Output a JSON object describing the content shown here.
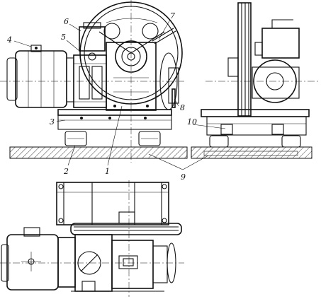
{
  "callouts": [
    {
      "id": "1",
      "label": "1"
    },
    {
      "id": "2",
      "label": "2"
    },
    {
      "id": "3",
      "label": "3"
    },
    {
      "id": "4",
      "label": "4"
    },
    {
      "id": "5",
      "label": "5"
    },
    {
      "id": "6",
      "label": "6"
    },
    {
      "id": "7",
      "label": "7"
    },
    {
      "id": "8",
      "label": "8"
    },
    {
      "id": "9",
      "label": "9"
    },
    {
      "id": "10",
      "label": "10"
    }
  ],
  "views": [
    "front-elevation",
    "side-elevation",
    "plan-view"
  ],
  "colors": {
    "ink": "#111111",
    "paper": "#ffffff"
  }
}
